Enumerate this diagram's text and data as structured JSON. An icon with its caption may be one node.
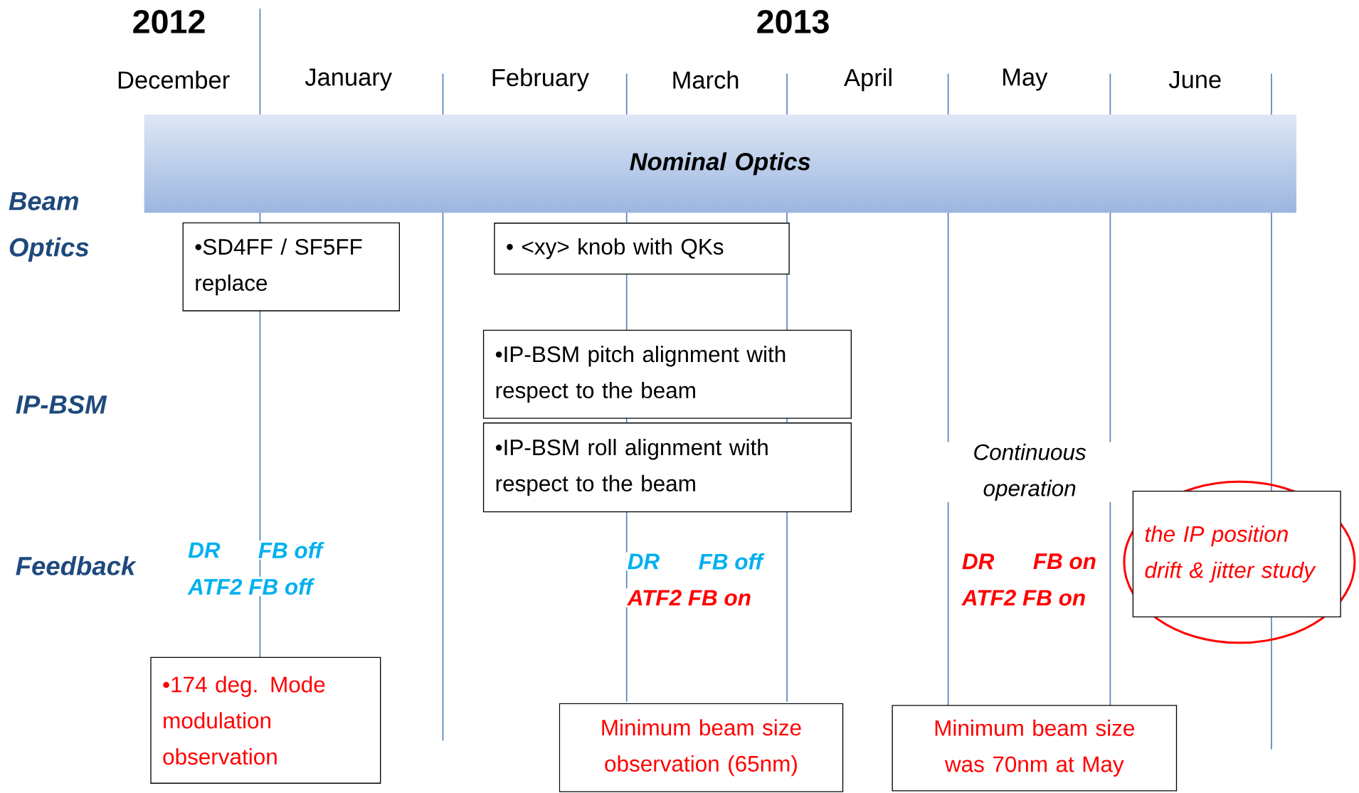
{
  "diagram": {
    "nodes": [
      {
        "text": [
          "Nominal  Optics"
        ]
      },
      {
        "text": [
          "•SD4FF / SF5FF replace"
        ]
      },
      {
        "text": [
          "• <xy> knob with QKs"
        ]
      },
      {
        "text": [
          "•IP-BSM pitch alignment with respect to the beam"
        ]
      },
      {
        "text": [
          "•IP-BSM roll alignment with respect to the beam"
        ]
      },
      {
        "text": [
          "•174 deg. Mode modulation observation"
        ]
      },
      {
        "text": [
          "Minimum beam size observation (65nm)"
        ]
      },
      {
        "text": [
          "Minimum beam size was 70nm at May"
        ]
      },
      {
        "text": [
          "the IP position drift & jitter study"
        ]
      }
    ],
    "labels": [
      "2012",
      "2013",
      "December",
      "January",
      "February",
      "March",
      "April",
      "May",
      "June",
      "Beam Optics",
      "IP-BSM",
      "Continuous operation",
      "Feedback",
      "DR",
      "FB off",
      "DR",
      "FB off",
      "DR",
      "FB on",
      "ATF2 FB off",
      "ATF2 FB on",
      "ATF2 FB on"
    ]
  }
}
